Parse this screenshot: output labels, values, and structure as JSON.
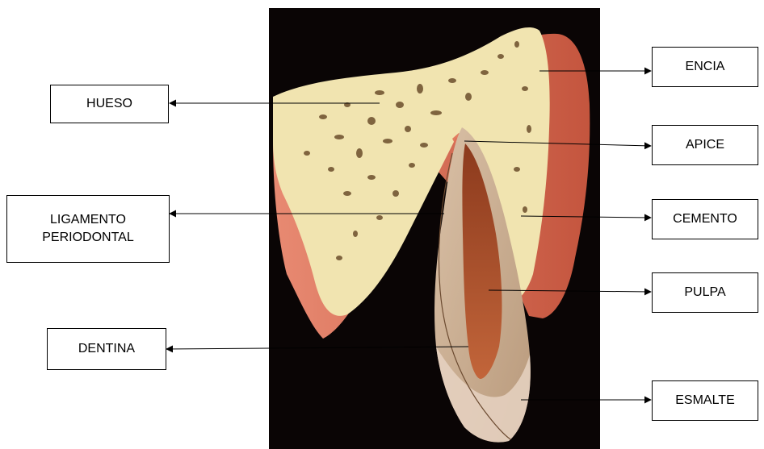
{
  "labels": {
    "hueso": "HUESO",
    "ligamento_line1": "LIGAMENTO",
    "ligamento_line2": "PERIODONTAL",
    "dentina": "DENTINA",
    "encia": "ENCIA",
    "apice": "APICE",
    "cemento": "CEMENTO",
    "pulpa": "PULPA",
    "esmalte": "ESMALTE"
  },
  "colors": {
    "background": "#0a0505",
    "bone": "#f1e4b0",
    "gum": "#d97560",
    "dentin": "#c8ab8e",
    "pulp": "#b5572f",
    "enamel": "#e6d2c2"
  }
}
